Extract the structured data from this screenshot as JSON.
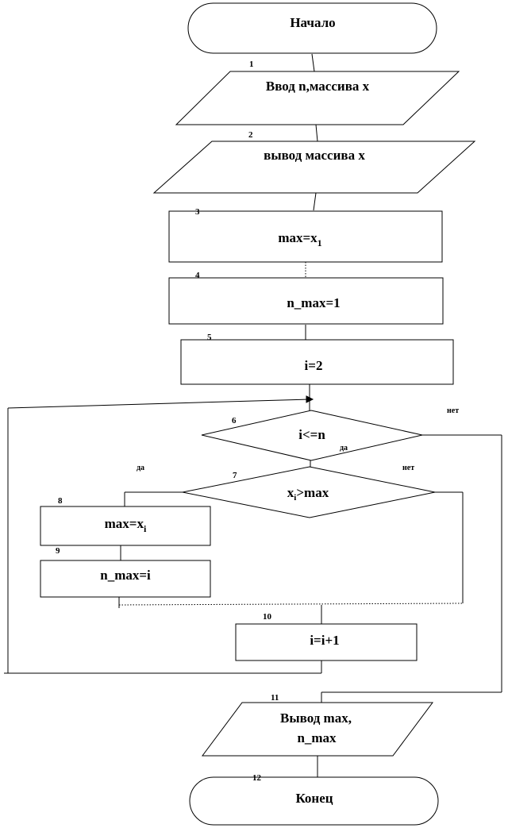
{
  "blocks": {
    "start": {
      "label": "Начало"
    },
    "b1": {
      "number": "1",
      "label": "Ввод n,массива x"
    },
    "b2": {
      "number": "2",
      "label": "вывод массива x"
    },
    "b3": {
      "number": "3",
      "label_main": "max=x",
      "label_sub": "1"
    },
    "b4": {
      "number": "4",
      "label": "n_max=1"
    },
    "b5": {
      "number": "5",
      "label": "i=2"
    },
    "b6": {
      "number": "6",
      "label": "i<=n"
    },
    "b7": {
      "number": "7",
      "label_main": "x",
      "label_sub": "i",
      "label_rest": ">max"
    },
    "b8": {
      "number": "8",
      "label_main": "max=x",
      "label_sub": "i"
    },
    "b9": {
      "number": "9",
      "label": "n_max=i"
    },
    "b10": {
      "number": "10",
      "label": "i=i+1"
    },
    "b11": {
      "number": "11",
      "label_line1": "Вывод max,",
      "label_line2": "n_max"
    },
    "end": {
      "number": "12",
      "label": "Конец"
    }
  },
  "branches": {
    "b6_no": "нет",
    "b6_yes": "да",
    "b7_yes": "да",
    "b7_no": "нет"
  }
}
